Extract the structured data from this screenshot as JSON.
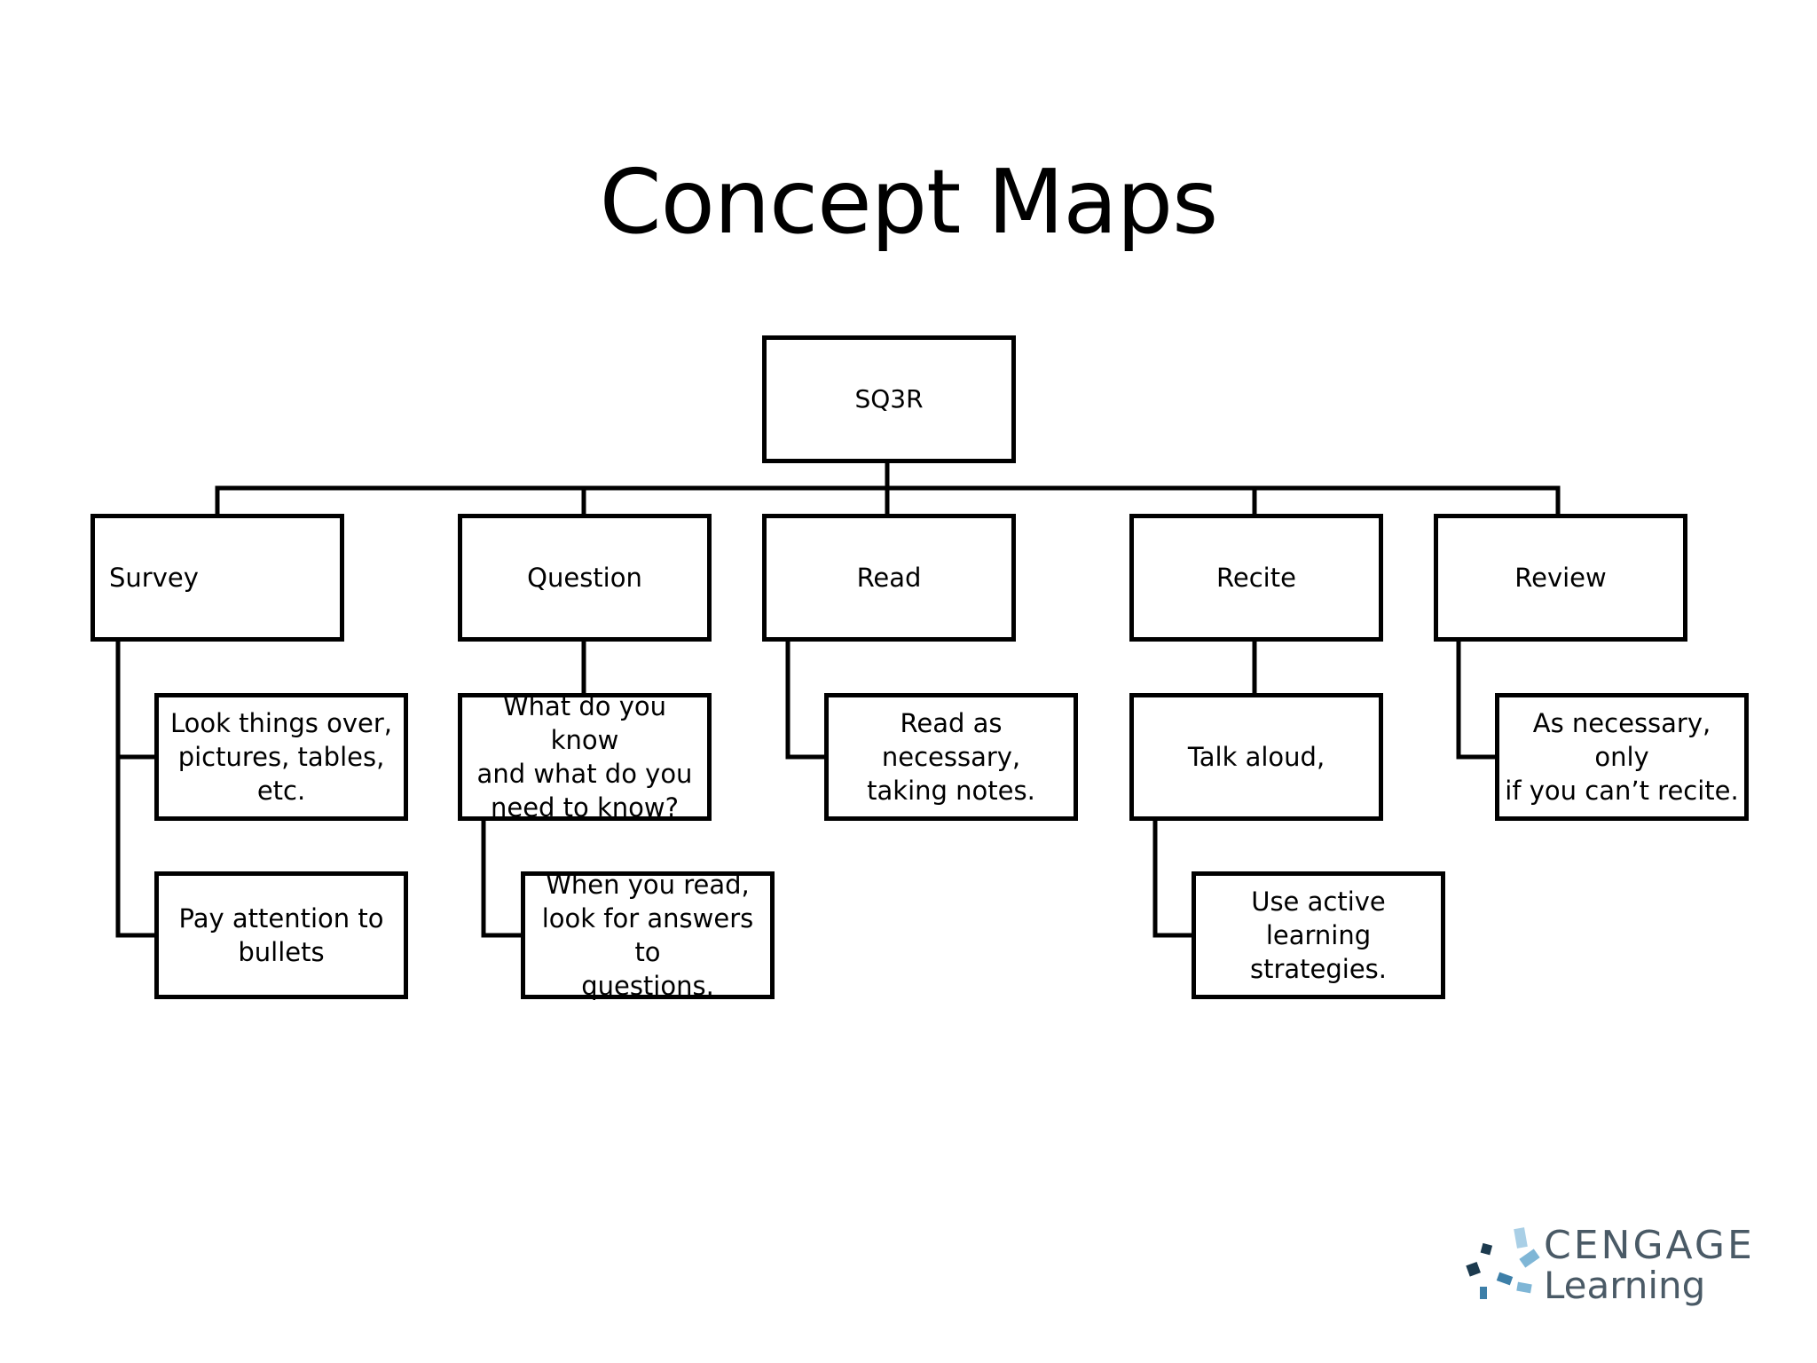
{
  "title": "Concept Maps",
  "root": {
    "label": "SQ3R"
  },
  "steps": [
    {
      "label": "Survey",
      "children": [
        "Look things over,\npictures, tables,\netc.",
        "Pay attention to\nbullets"
      ]
    },
    {
      "label": "Question",
      "children": [
        "What do you know\nand what do you\nneed to know?",
        "When you read,\nlook for answers to\nquestions."
      ]
    },
    {
      "label": "Read",
      "children": [
        "Read as necessary,\ntaking notes."
      ]
    },
    {
      "label": "Recite",
      "children": [
        "Talk aloud,",
        "Use active learning\nstrategies."
      ]
    },
    {
      "label": "Review",
      "children": [
        "As necessary, only\nif you can’t recite."
      ]
    }
  ],
  "logo": {
    "line1": "CENGAGE",
    "line2": "Learning",
    "colors": [
      "#1c3a4e",
      "#3d7fa8",
      "#7fb6d6",
      "#a9cfe6"
    ]
  }
}
